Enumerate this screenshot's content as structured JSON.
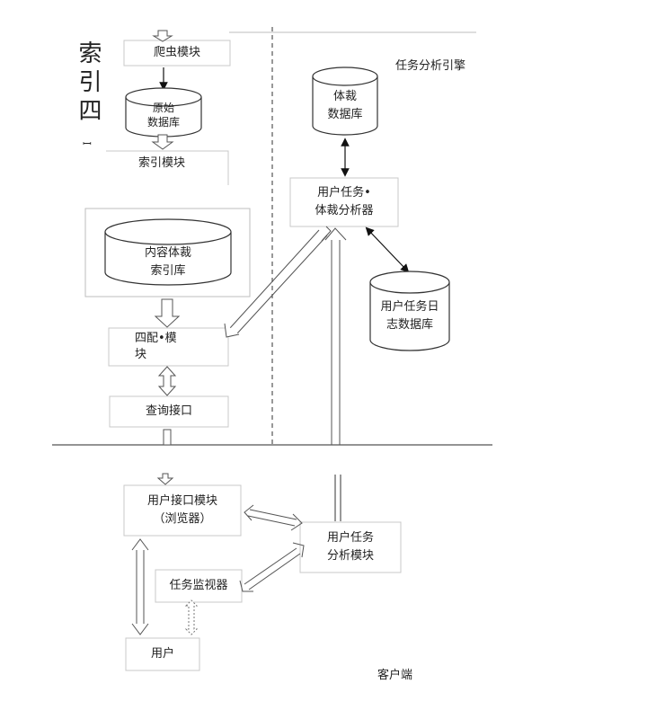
{
  "side_label": "索引四",
  "side_mark": "ꟷ",
  "nodes": {
    "crawler": "爬虫模块",
    "raw_db": [
      "原始",
      "数据库"
    ],
    "index_module": "索引模块",
    "content_index_db": [
      "内容体裁",
      "索引库"
    ],
    "match_module": [
      "四配•模",
      "块"
    ],
    "query_interface": "查询接口",
    "engine_title": "任务分析引擎",
    "genre_db": [
      "体裁",
      "数据库"
    ],
    "task_analyzer": [
      "用户任务•",
      "体裁分析器"
    ],
    "task_log_db": [
      "用户任务日",
      "志数据库"
    ],
    "user_interface_module": [
      "用户接口模块",
      "（浏览器）"
    ],
    "task_analysis_module": [
      "用户任务",
      "分析模块"
    ],
    "task_monitor": "任务监视器",
    "user": "用户",
    "client_label": "客户端"
  },
  "colors": {
    "box_border": "#c8c8c8",
    "line": "#555555",
    "arrow_fill": "#ffffff",
    "dark_line": "#111111"
  }
}
